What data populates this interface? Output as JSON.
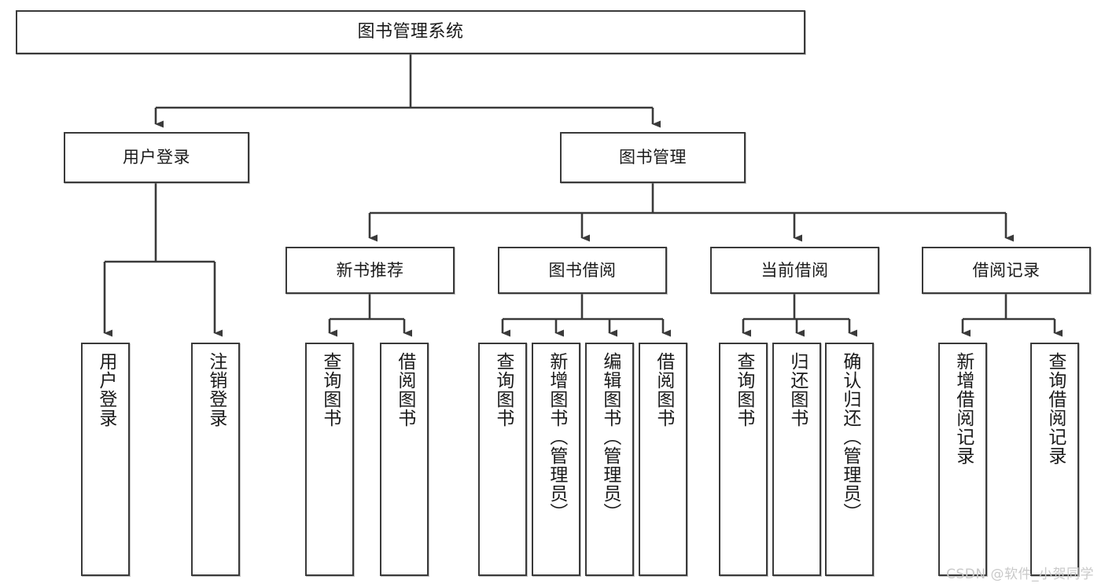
{
  "diagram": {
    "title": "图书管理系统",
    "type": "tree-hierarchy",
    "watermark": "CSDN @软件_小贺同学",
    "colors": {
      "stroke": "#3a3a3a",
      "fill": "#ffffff",
      "text": "#1a1a1a",
      "watermark": "#c9c9c9"
    },
    "nodes": {
      "root": {
        "label": "图书管理系统"
      },
      "level2": [
        {
          "id": "user-login",
          "label": "用户登录"
        },
        {
          "id": "book-manage",
          "label": "图书管理"
        }
      ],
      "level3": [
        {
          "id": "new-book-recommend",
          "label": "新书推荐"
        },
        {
          "id": "book-borrow",
          "label": "图书借阅"
        },
        {
          "id": "current-borrow",
          "label": "当前借阅"
        },
        {
          "id": "borrow-record",
          "label": "借阅记录"
        }
      ],
      "leaves": [
        {
          "id": "leaf-user-login",
          "label": "用户登录",
          "parent": "user-login"
        },
        {
          "id": "leaf-logout-login",
          "label": "注销登录",
          "parent": "user-login"
        },
        {
          "id": "leaf-query-book-1",
          "label": "查询图书",
          "parent": "new-book-recommend"
        },
        {
          "id": "leaf-borrow-book-1",
          "label": "借阅图书",
          "parent": "new-book-recommend"
        },
        {
          "id": "leaf-query-book-2",
          "label": "查询图书",
          "parent": "book-borrow"
        },
        {
          "id": "leaf-add-book",
          "label": "新增图书（管理员）",
          "parent": "book-borrow"
        },
        {
          "id": "leaf-edit-book",
          "label": "编辑图书（管理员）",
          "parent": "book-borrow"
        },
        {
          "id": "leaf-borrow-book-2",
          "label": "借阅图书",
          "parent": "book-borrow"
        },
        {
          "id": "leaf-query-book-3",
          "label": "查询图书",
          "parent": "current-borrow"
        },
        {
          "id": "leaf-return-book",
          "label": "归还图书",
          "parent": "current-borrow"
        },
        {
          "id": "leaf-confirm-return",
          "label": "确认归还（管理员）",
          "parent": "current-borrow"
        },
        {
          "id": "leaf-add-borrow-record",
          "label": "新增借阅记录",
          "parent": "borrow-record"
        },
        {
          "id": "leaf-query-borrow-record",
          "label": "查询借阅记录",
          "parent": "borrow-record"
        }
      ]
    }
  }
}
